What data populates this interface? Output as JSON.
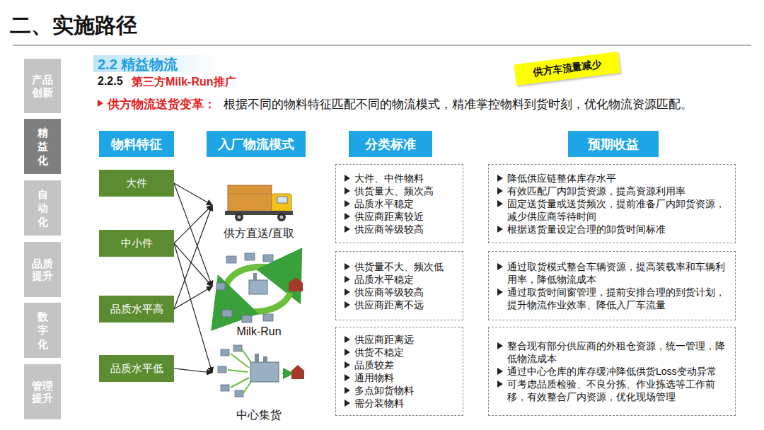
{
  "diagram": {
    "title": "二、实施路径",
    "nodes": [
      {
        "text": [
          "产品创新"
        ]
      },
      {
        "text": [
          "精益化"
        ]
      },
      {
        "text": [
          "自动化"
        ]
      },
      {
        "text": [
          "品质提升"
        ]
      },
      {
        "text": [
          "数字化"
        ]
      },
      {
        "text": [
          "管理提升"
        ]
      },
      {
        "text": [
          "供方车流量减少"
        ]
      },
      {
        "text": [
          "物料特征"
        ]
      },
      {
        "text": [
          "入厂物流模式"
        ]
      },
      {
        "text": [
          "分类标准"
        ]
      },
      {
        "text": [
          "预期收益"
        ]
      },
      {
        "text": [
          "大件"
        ]
      },
      {
        "text": [
          "中小件"
        ]
      },
      {
        "text": [
          "品质水平高"
        ]
      },
      {
        "text": [
          "品质水平低"
        ]
      },
      {
        "text": [
          "供方直送/直取"
        ]
      },
      {
        "text": [
          "Milk-Run"
        ]
      },
      {
        "text": [
          "中心集货"
        ]
      },
      {
        "text": [
          "大件、中件物料",
          "供货量大、频次高",
          "品质水平稳定",
          "供应商距离较近",
          "供应商等级较高"
        ]
      },
      {
        "text": [
          "供货量不大、频次低",
          "品质水平稳定",
          "供应商等级较高",
          "供应商距离不远"
        ]
      },
      {
        "text": [
          "供应商距离远",
          "供货不稳定",
          "品质较差",
          "通用物料",
          "多点卸货物料",
          "需分装物料"
        ]
      },
      {
        "text": [
          "降低供应链整体库存水平",
          "有效匹配厂内卸货资源，提高资源利用率",
          "固定送货量或送货频次，提前准备厂内卸货资源，减少供应商等待时间",
          "根据送货量设定合理的卸货时间标准"
        ]
      },
      {
        "text": [
          "通过取货模式整合车辆资源，提高装载率和车辆利用率，降低物流成本",
          "通过取货时间窗管理，提前安排合理的到货计划，提升物流作业效率、降低入厂车流量"
        ]
      },
      {
        "text": [
          "整合现有部分供应商的外租仓资源，统一管理，降低物流成本",
          "通过中心仓库的库存缓冲降低供货Loss变动异常",
          "可考虑品质检验、不良分拣、作业拣选等工作前移，有效整合厂内资源，优化现场管理"
        ]
      }
    ],
    "edges": [
      {
        "from": 11,
        "to": 15,
        "arrow": "to"
      },
      {
        "from": 11,
        "to": 16,
        "arrow": "to"
      },
      {
        "from": 12,
        "to": 15,
        "arrow": "to"
      },
      {
        "from": 12,
        "to": 16,
        "arrow": "to"
      },
      {
        "from": 12,
        "to": 17,
        "arrow": "to"
      },
      {
        "from": 13,
        "to": 15,
        "arrow": "to"
      },
      {
        "from": 13,
        "to": 16,
        "arrow": "to"
      },
      {
        "from": 14,
        "to": 17,
        "arrow": "to"
      }
    ],
    "labels": [
      "2.2 精益物流",
      "2.2.5",
      "第三方Milk-Run推广",
      "供方物流送货变革：",
      "根据不同的物料特征匹配不同的物流模式，精准掌控物料到货时刻，优化物流资源匹配。"
    ]
  }
}
